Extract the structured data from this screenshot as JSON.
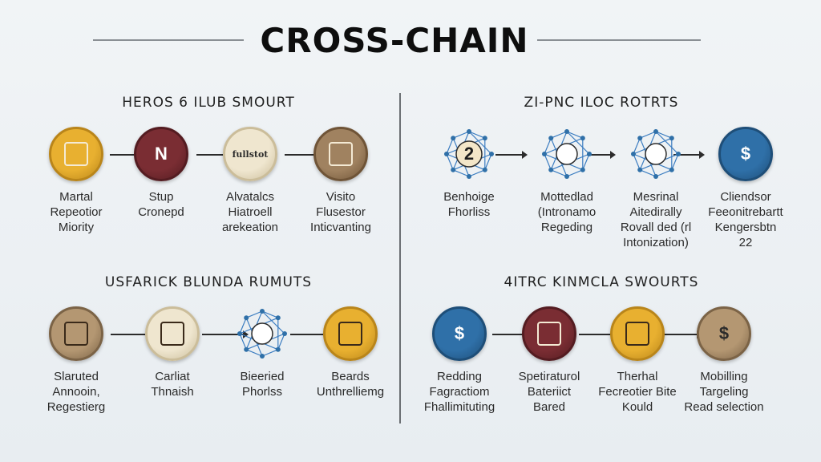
{
  "title": "CROSS-CHAIN",
  "colors": {
    "gold": "#e8b030",
    "maroon": "#7a2d33",
    "cream": "#efe6cf",
    "bronze": "#a08260",
    "blue": "#2f70a8",
    "tan": "#b49772"
  },
  "sections": [
    {
      "heading": "HEROS 6 ILUB SMOURT",
      "nodes": [
        {
          "icon": "gold-coin-icon",
          "symbol": "",
          "lines": [
            "Martal",
            "Repeotior",
            "Miority"
          ]
        },
        {
          "icon": "maroon-token-icon",
          "symbol": "N",
          "lines": [
            "Stup",
            "Cronepd"
          ]
        },
        {
          "icon": "cream-badge-icon",
          "symbol": "fullstot",
          "lines": [
            "Alvatalcs",
            "Hiatroell",
            "arekeation"
          ]
        },
        {
          "icon": "bronze-box-icon",
          "symbol": "",
          "lines": [
            "Visito",
            "Flusestor",
            "Inticvanting"
          ]
        }
      ]
    },
    {
      "heading": "ZI-PNC ILOC ROTRTS",
      "nodes": [
        {
          "icon": "network-two-icon",
          "symbol": "2",
          "lines": [
            "Benhoige",
            "Fhorliss"
          ]
        },
        {
          "icon": "network-hex-icon",
          "symbol": "",
          "lines": [
            "Mottedlad",
            "(Intronamo",
            "Regeding"
          ]
        },
        {
          "icon": "network-globe-icon",
          "symbol": "",
          "lines": [
            "Mesrinal",
            "Aitedirally",
            "Rovall ded (rl",
            "Intonization)"
          ]
        },
        {
          "icon": "blue-dollar-icon",
          "symbol": "$",
          "lines": [
            "Cliendsor",
            "Feeonitrebartt",
            "Kengersbtn",
            "22"
          ]
        }
      ]
    },
    {
      "heading": "USFARICK BLUNDA RUMUTS",
      "nodes": [
        {
          "icon": "tan-hook-icon",
          "symbol": "",
          "lines": [
            "Slaruted",
            "Annooin,",
            "Regestierg"
          ]
        },
        {
          "icon": "cream-shield-icon",
          "symbol": "",
          "lines": [
            "Carliat",
            "Thnaish"
          ]
        },
        {
          "icon": "network-sphere-icon",
          "symbol": "",
          "lines": [
            "Bieeried",
            "Phorlss"
          ]
        },
        {
          "icon": "gold-book-icon",
          "symbol": "",
          "lines": [
            "Beards",
            "Unthrelliemg"
          ]
        }
      ]
    },
    {
      "heading": "4ITRC KINMCLA SWOURTS",
      "nodes": [
        {
          "icon": "blue-dollar-gear-icon",
          "symbol": "$",
          "lines": [
            "Redding",
            "Fagractiom",
            "Fhallimituting"
          ]
        },
        {
          "icon": "maroon-chart-icon",
          "symbol": "",
          "lines": [
            "Spetiraturol",
            "Bateriict",
            "Bared"
          ]
        },
        {
          "icon": "gold-lock-icon",
          "symbol": "",
          "lines": [
            "Therhal",
            "Fecreotier Bite",
            "Kould"
          ]
        },
        {
          "icon": "tan-dollar-icon",
          "symbol": "$",
          "lines": [
            "Mobilling",
            "Targeling",
            "Read selection"
          ]
        }
      ]
    }
  ]
}
